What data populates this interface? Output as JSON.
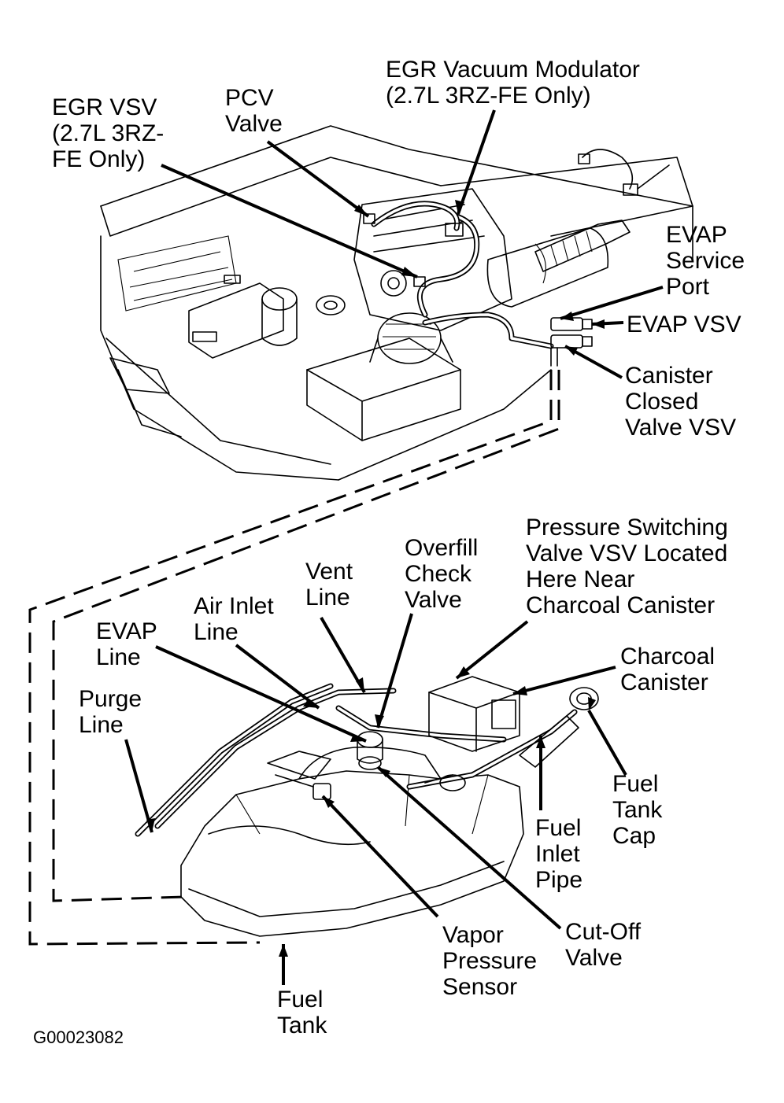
{
  "figure_id": "G00023082",
  "labels": {
    "egr_vsv": [
      "EGR VSV",
      "(2.7L 3RZ-",
      "FE Only)"
    ],
    "pcv_valve": [
      "PCV",
      "Valve"
    ],
    "egr_vacuum_modulator": [
      "EGR Vacuum Modulator",
      "(2.7L 3RZ-FE Only)"
    ],
    "evap_service_port": [
      "EVAP",
      "Service",
      "Port"
    ],
    "evap_vsv": [
      "EVAP VSV"
    ],
    "canister_closed_valve_vsv": [
      "Canister",
      "Closed",
      "Valve VSV"
    ],
    "pressure_switching_valve": [
      "Pressure Switching",
      "Valve VSV Located",
      "Here Near",
      "Charcoal Canister"
    ],
    "overfill_check_valve": [
      "Overfill",
      "Check",
      "Valve"
    ],
    "vent_line": [
      "Vent",
      "Line"
    ],
    "air_inlet_line": [
      "Air Inlet",
      "Line"
    ],
    "evap_line": [
      "EVAP",
      "Line"
    ],
    "purge_line": [
      "Purge",
      "Line"
    ],
    "charcoal_canister": [
      "Charcoal",
      "Canister"
    ],
    "fuel_tank_cap": [
      "Fuel",
      "Tank",
      "Cap"
    ],
    "fuel_inlet_pipe": [
      "Fuel",
      "Inlet",
      "Pipe"
    ],
    "cut_off_valve": [
      "Cut-Off",
      "Valve"
    ],
    "vapor_pressure_sensor": [
      "Vapor",
      "Pressure",
      "Sensor"
    ],
    "fuel_tank": [
      "Fuel",
      "Tank"
    ]
  }
}
